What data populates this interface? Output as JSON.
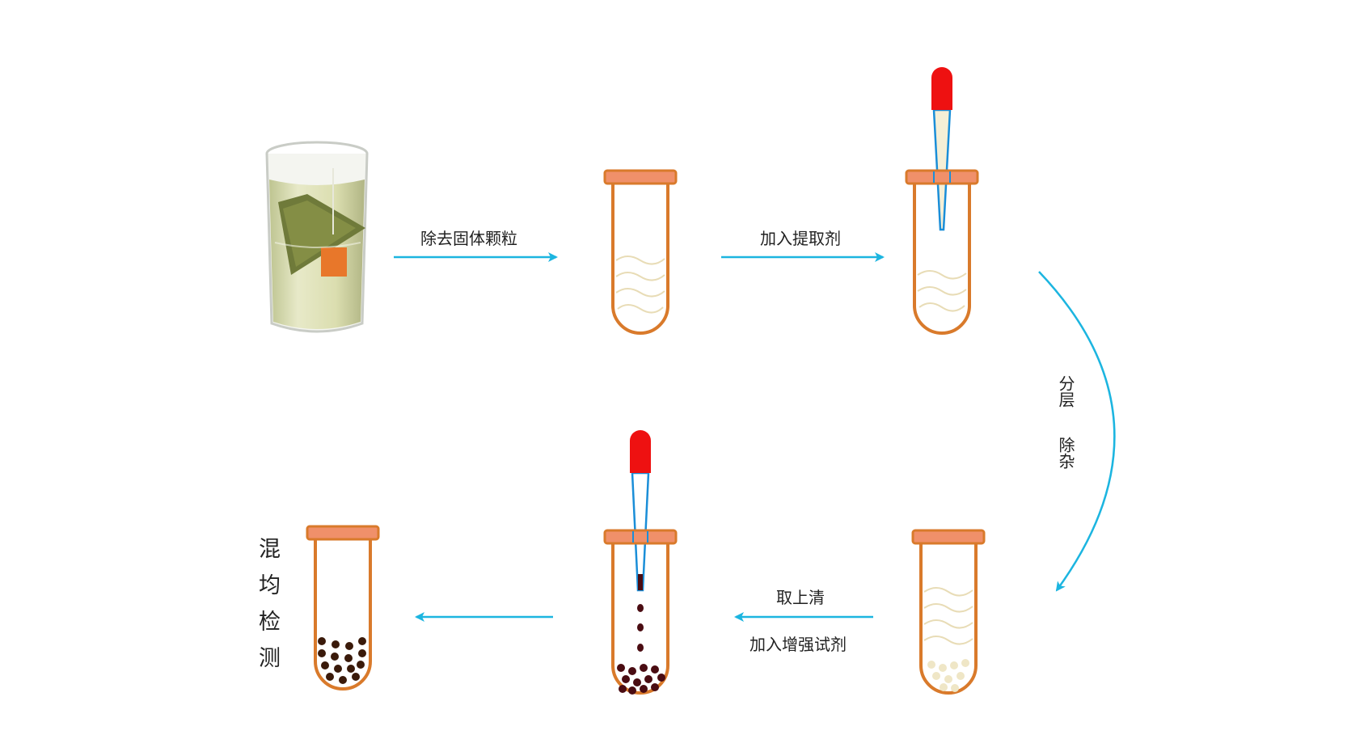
{
  "steps": {
    "remove_solids": "除去固体颗粒",
    "add_extractant": "加入提取剂",
    "stratify": "分层",
    "remove_impurities": "除杂",
    "take_supernatant": "取上清",
    "add_enhancer": "加入增强试剂",
    "mix_detect": "混均检测"
  },
  "colors": {
    "arrow": "#1cb5e0",
    "tube_outline": "#d97a2b",
    "tube_cap": "#f0906a",
    "dropper_bulb": "#ee1111",
    "dropper_tube": "#1a8ed8",
    "liquid_wave": "#e8dcb6",
    "pale_particles": "#efe6c6",
    "dark_particles": "#3a1a0a",
    "dark_red_particles": "#4a0c12",
    "tea_liquid": "#cfd29a",
    "tea_label": "#e8772a"
  },
  "icons": [
    "tea-glass-icon",
    "test-tube-icon",
    "dropper-icon"
  ]
}
